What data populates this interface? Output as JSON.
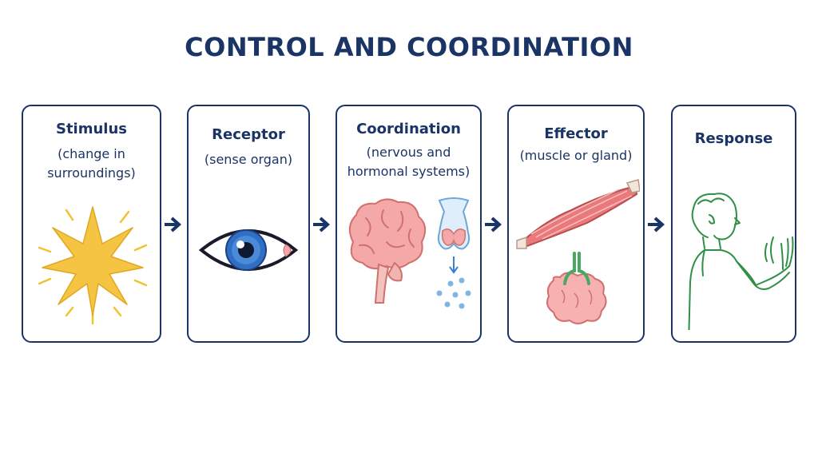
{
  "title": "CONTROL AND COORDINATION",
  "steps": [
    {
      "title": "Stimulus",
      "sub1": "(change in",
      "sub2": "surroundings)",
      "icon": "starburst-icon"
    },
    {
      "title": "Receptor",
      "sub1": "(sense organ)",
      "sub2": "",
      "icon": "eye-icon"
    },
    {
      "title": "Coordination",
      "sub1": "(nervous and",
      "sub2": "hormonal systems)",
      "icon": "brain-and-gland-icon"
    },
    {
      "title": "Effector",
      "sub1": "(muscle or gland)",
      "sub2": "",
      "icon": "muscle-and-gland-icon"
    },
    {
      "title": "Response",
      "sub1": "",
      "sub2": "",
      "icon": "person-pulling-hand-away-icon"
    }
  ],
  "colors": {
    "navy": "#1a3466",
    "star": "#f6c443",
    "eye_iris": "#2f6fc4",
    "brain": "#f4a9a8",
    "muscle": "#e9797a",
    "person": "#2f8f46"
  }
}
